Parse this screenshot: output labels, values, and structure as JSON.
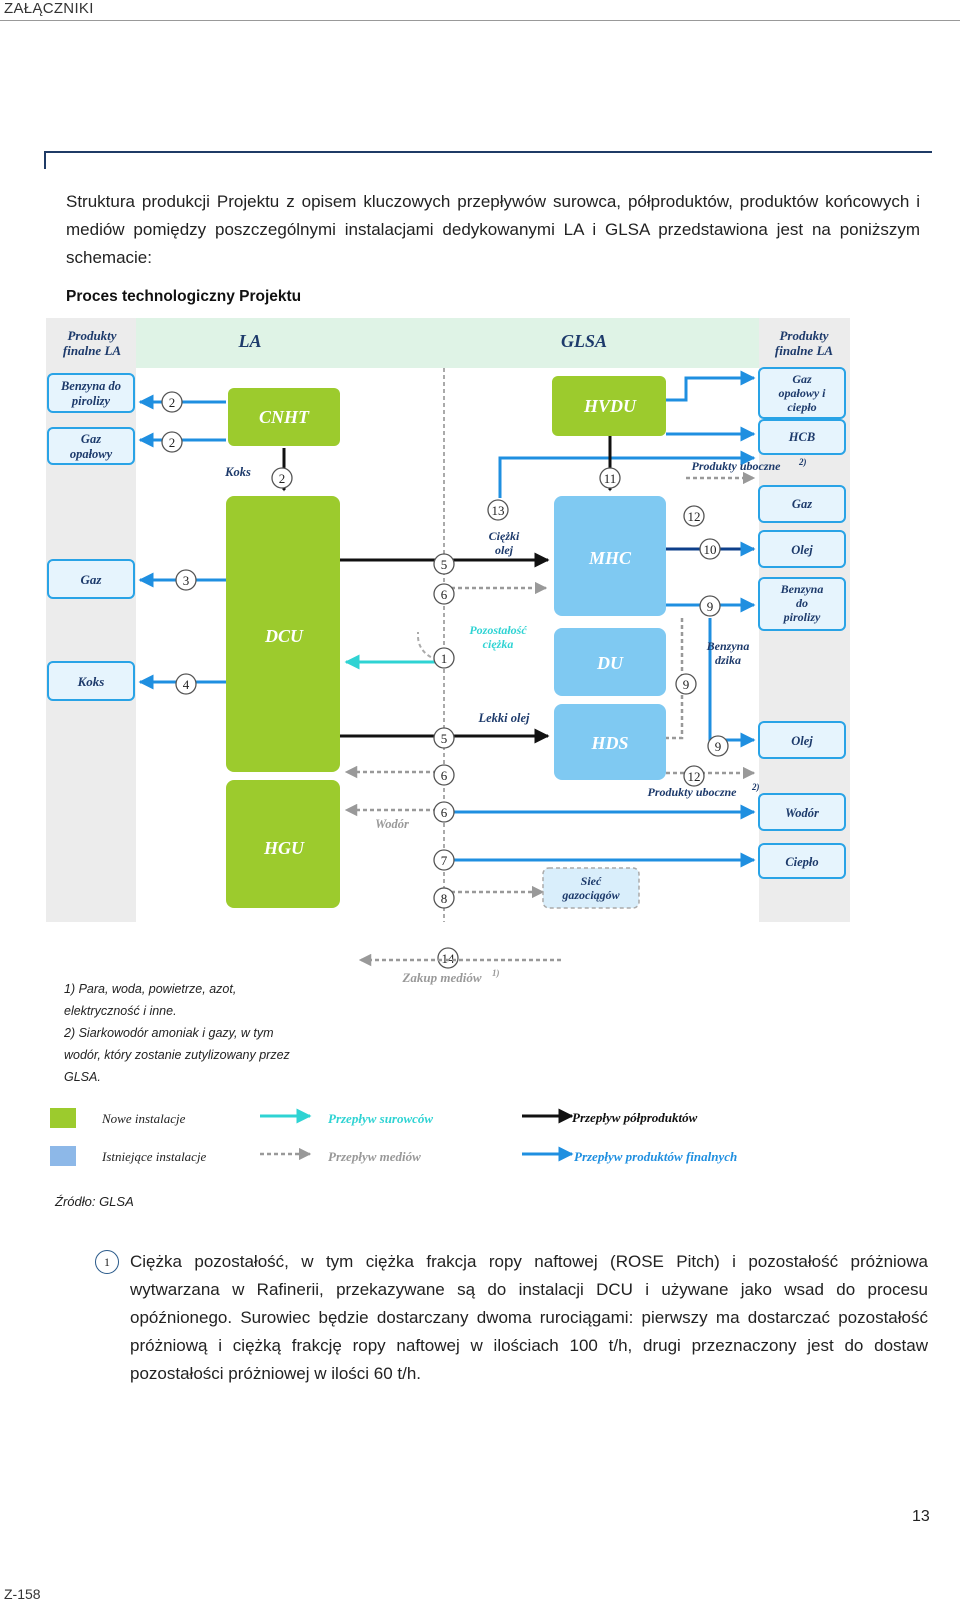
{
  "header": {
    "section": "ZAŁĄCZNIKI"
  },
  "intro": "Struktura produkcji Projektu z opisem kluczowych przepływów surowca, półproduktów, produktów końcowych i mediów pomiędzy poszczególnymi instalacjami dedykowanymi LA i GLSA przedstawiona jest na poniższym schemacie:",
  "diagram_title": "Proces technologiczny Projektu",
  "diagram": {
    "col_left_title_1": "Produkty",
    "col_left_title_2": "finalne LA",
    "col_right_title_1": "Produkty",
    "col_right_title_2": "finalne LA",
    "zone_la": "LA",
    "zone_glsa": "GLSA",
    "left_boxes": {
      "benzyna_1": "Benzyna do",
      "benzyna_2": "pirolizy",
      "gaz_op_1": "Gaz",
      "gaz_op_2": "opałowy",
      "gaz": "Gaz",
      "koks": "Koks"
    },
    "units": {
      "cnht": "CNHT",
      "dcu": "DCU",
      "hgu": "HGU",
      "hvdu": "HVDU",
      "mhc": "MHC",
      "du": "DU",
      "hds": "HDS"
    },
    "right_boxes": {
      "gaz_op_1": "Gaz",
      "gaz_op_2": "opałowy i",
      "gaz_op_3": "ciepło",
      "hcb": "HCB",
      "gaz": "Gaz",
      "olej1": "Olej",
      "benzyna_1": "Benzyna",
      "benzyna_2": "do",
      "benzyna_3": "pirolizy",
      "olej2": "Olej",
      "wodor": "Wodór",
      "cieplo": "Ciepło"
    },
    "labels": {
      "koks": "Koks",
      "produkty_uboczne_top": "Produkty uboczne",
      "produkty_uboczne_bottom": "Produkty uboczne",
      "sup2": "2)",
      "ciezki_olej_1": "Ciężki",
      "ciezki_olej_2": "olej",
      "pozostalosc_1": "Pozostałość",
      "pozostalosc_2": "ciężka",
      "benzyna_dzika_1": "Benzyna",
      "benzyna_dzika_2": "dzika",
      "lekki_olej": "Lekki olej",
      "wodor": "Wodór",
      "siec_1": "Sieć",
      "siec_2": "gazociągów",
      "zakup_mediow": "Zakup mediów",
      "sup1": "1)"
    },
    "numbers": [
      "2",
      "2",
      "2",
      "3",
      "4",
      "13",
      "5",
      "6",
      "1",
      "5",
      "6",
      "6",
      "7",
      "8",
      "11",
      "12",
      "10",
      "9",
      "9",
      "9",
      "12",
      "14"
    ]
  },
  "footnotes": [
    "1) Para, woda, powietrze, azot,",
    "elektryczność i inne.",
    "2) Siarkowodór amoniak i gazy, w tym",
    "wodór, który zostanie zutylizowany przez",
    "GLSA."
  ],
  "legend": {
    "new": "Nowe instalacje",
    "existing": "Istniejące instalacje",
    "raw": "Przepływ surowców",
    "media": "Przepływ mediów",
    "semi": "Przepływ półproduktów",
    "final": "Przepływ produktów finalnych"
  },
  "source": "Źródło: GLSA",
  "note_number": "1",
  "note": "Ciężka pozostałość, w tym ciężka frakcja ropy naftowej (ROSE Pitch) i pozostałość próżniowa wytwarzana w Rafinerii, przekazywane są do instalacji DCU i używane jako wsad do procesu opóźnionego. Surowiec będzie dostarczany dwoma rurociągami: pierwszy ma dostarczać pozostałość próżniową i ciężką frakcję ropy naftowej w ilościach 100 t/h, drugi przeznaczony jest do dostaw pozostałości próżniowej w ilości 60 t/h.",
  "page_number": "13",
  "doc_code": "Z-158",
  "colors": {
    "new_install": "#9ccb2d",
    "existing_install": "#7fc9f2",
    "raw_flow": "#2fd3d3",
    "semi_flow": "#111111",
    "final_flow": "#1f8fe0",
    "media_flow": "#999999",
    "zone_band": "#dff3e6",
    "side_panel": "#ececec"
  }
}
